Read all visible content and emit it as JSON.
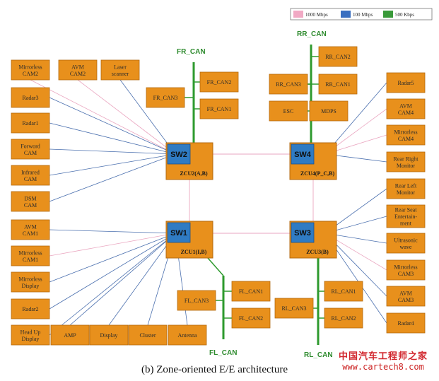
{
  "legend": [
    {
      "label": "1000 Mbps",
      "color": "#f1a9c4"
    },
    {
      "label": "100 Mbps",
      "color": "#3a6fc0"
    },
    {
      "label": "500 Kbps",
      "color": "#3a9a3a"
    }
  ],
  "colors": {
    "device_fill": "#e8901c",
    "device_border": "#b36a10",
    "switch_fill": "#2f7bc3",
    "bus": "#2e9a2e",
    "link_100": "#4a6fae",
    "link_1000": "#eaa6c0"
  },
  "zones": {
    "zcu2": {
      "switch": "SW2",
      "name": "ZCU2(A,B)"
    },
    "zcu4": {
      "switch": "SW4",
      "name": "ZCU4(P_C,B)"
    },
    "zcu1": {
      "switch": "SW1",
      "name": "ZCU1(I,B)"
    },
    "zcu3": {
      "switch": "SW3",
      "name": "ZCU3(B)"
    }
  },
  "buses": {
    "fr": "FR_CAN",
    "rr": "RR_CAN",
    "fl": "FL_CAN",
    "rl": "RL_CAN"
  },
  "devices": {
    "mirrorless_cam2": [
      "Mirrorless",
      "CAM2"
    ],
    "avm_cam2": [
      "AVM",
      "CAM2"
    ],
    "laser_scanner": [
      "Laser",
      "scanner"
    ],
    "radar3": [
      "Radar3"
    ],
    "radar1": [
      "Radar1"
    ],
    "forword_cam": [
      "Forword",
      "CAM"
    ],
    "infrared_cam": [
      "Infrared",
      "CAM"
    ],
    "dsm_cam": [
      "DSM",
      "CAM"
    ],
    "avm_cam1": [
      "AVM",
      "CAM1"
    ],
    "mirrorless_cam1": [
      "Mirrorless",
      "CAM1"
    ],
    "mirrorless_display": [
      "Mirrorless",
      "Display"
    ],
    "radar2": [
      "Radar2"
    ],
    "head_up_display": [
      "Head Up",
      "Display"
    ],
    "amp": [
      "AMP"
    ],
    "display": [
      "Display"
    ],
    "cluster": [
      "Cluster"
    ],
    "antenna": [
      "Antenna"
    ],
    "fr_can3": [
      "FR_CAN3"
    ],
    "fr_can2": [
      "FR_CAN2"
    ],
    "fr_can1": [
      "FR_CAN1"
    ],
    "rr_can2": [
      "RR_CAN2"
    ],
    "rr_can3": [
      "RR_CAN3"
    ],
    "rr_can1": [
      "RR_CAN1"
    ],
    "esc": [
      "ESC"
    ],
    "mdps": [
      "MDPS"
    ],
    "radar5": [
      "Radar5"
    ],
    "avm_cam4": [
      "AVM",
      "CAM4"
    ],
    "mirrorless_cam4": [
      "Mirrorless",
      "CAM4"
    ],
    "rear_right_monitor": [
      "Rear Right",
      "Monitor"
    ],
    "rear_left_monitor": [
      "Rear Left",
      "Monitor"
    ],
    "rear_seat_ent": [
      "Rear Seat",
      "Entertain-",
      "ment"
    ],
    "ultrasonic_wave": [
      "Ultrasonic",
      "wave"
    ],
    "mirrorless_cam3": [
      "Mirrorless",
      "CAM3"
    ],
    "avm_cam3": [
      "AVM",
      "CAM3"
    ],
    "radar4": [
      "Radar4"
    ],
    "fl_can1": [
      "FL_CAN1"
    ],
    "fl_can2": [
      "FL_CAN2"
    ],
    "fl_can3": [
      "FL_CAN3"
    ],
    "rl_can1": [
      "RL_CAN1"
    ],
    "rl_can2": [
      "RL_CAN2"
    ],
    "rl_can3": [
      "RL_CAN3"
    ]
  },
  "caption": "(b) Zone-oriented E/E architecture",
  "watermark": {
    "cn": "中国汽车工程师之家",
    "url": "www.cartech8.com"
  }
}
